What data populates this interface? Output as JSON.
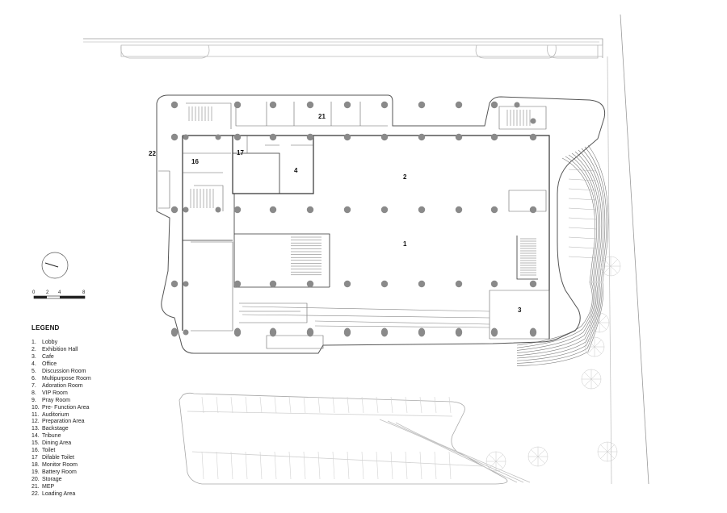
{
  "scale_bar": {
    "ticks": [
      "0",
      "2",
      "4",
      "8"
    ]
  },
  "legend": {
    "title": "LEGEND",
    "items": [
      {
        "num": "1.",
        "label": "Lobby"
      },
      {
        "num": "2.",
        "label": "Exhibition Hall"
      },
      {
        "num": "3.",
        "label": "Cafe"
      },
      {
        "num": "4.",
        "label": "Office"
      },
      {
        "num": "5.",
        "label": "Discussion Room"
      },
      {
        "num": "6.",
        "label": "Multipurpose Room"
      },
      {
        "num": "7.",
        "label": "Adoration Room"
      },
      {
        "num": "8.",
        "label": "VIP Room"
      },
      {
        "num": "9.",
        "label": "Pray Room"
      },
      {
        "num": "10.",
        "label": "Pre- Function Area"
      },
      {
        "num": "11.",
        "label": "Auditorium"
      },
      {
        "num": "12.",
        "label": "Preparation Area"
      },
      {
        "num": "13.",
        "label": "Backstage"
      },
      {
        "num": "14.",
        "label": "Tribune"
      },
      {
        "num": "15.",
        "label": "Dining Area"
      },
      {
        "num": "16.",
        "label": "Toilet"
      },
      {
        "num": "17",
        "label": "Difable Toilet"
      },
      {
        "num": "18.",
        "label": "Monitor Room"
      },
      {
        "num": "19.",
        "label": "Battery Room"
      },
      {
        "num": "20.",
        "label": "Storage"
      },
      {
        "num": "21.",
        "label": "MEP"
      },
      {
        "num": "22.",
        "label": "Loading Area"
      }
    ]
  },
  "room_labels": {
    "r1": "1",
    "r2": "2",
    "r3": "3",
    "r4": "4",
    "r16": "16",
    "r17": "17",
    "r21": "21",
    "r22": "22"
  }
}
